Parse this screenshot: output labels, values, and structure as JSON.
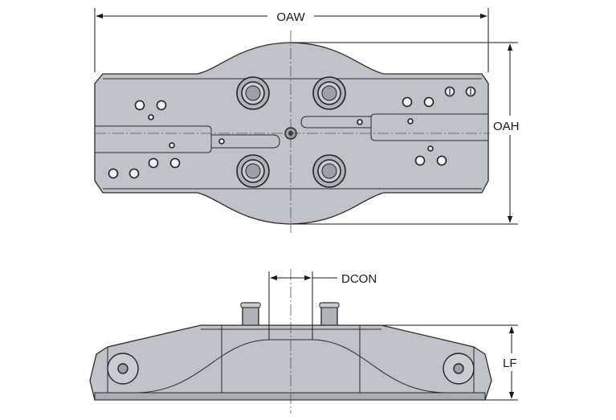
{
  "labels": {
    "overall_width": "OAW",
    "overall_height": "OAH",
    "connection_diameter": "DCON",
    "functional_length": "LF"
  },
  "colors": {
    "body_fill": "#bfc3c9",
    "body_dark": "#a7acb3",
    "outline": "#2a2a2a",
    "background": "#ffffff"
  }
}
